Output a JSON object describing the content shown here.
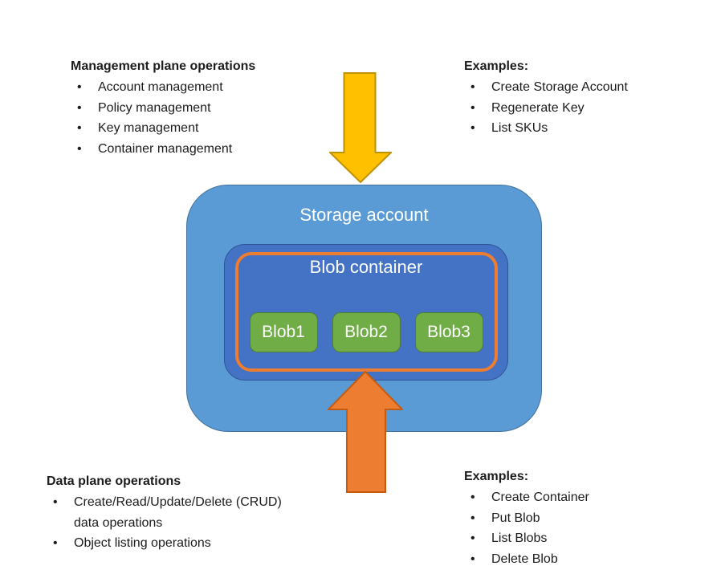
{
  "diagram": {
    "storage_account_label": "Storage account",
    "blob_container_label": "Blob container",
    "blobs": [
      "Blob1",
      "Blob2",
      "Blob3"
    ],
    "colors": {
      "storage_fill": "#5B9BD5",
      "storage_border": "#41719C",
      "container_fill": "#4472C4",
      "container_border": "#2F5597",
      "container_outline": "#ED7D31",
      "blob_fill": "#70AD47",
      "blob_border": "#507E32",
      "down_arrow_fill": "#FFC000",
      "down_arrow_border": "#BF9000",
      "up_arrow_fill": "#ED7D31",
      "up_arrow_border": "#C55A11"
    }
  },
  "panels": {
    "management": {
      "title": "Management plane operations",
      "items": [
        "Account management",
        "Policy management",
        "Key management",
        "Container management"
      ]
    },
    "management_examples": {
      "title": "Examples:",
      "items": [
        "Create Storage Account",
        "Regenerate Key",
        "List SKUs"
      ]
    },
    "data_plane": {
      "title": "Data plane operations",
      "items": [
        "Create/Read/Update/Delete  (CRUD)\ndata operations",
        "Object listing operations"
      ]
    },
    "data_examples": {
      "title": "Examples:",
      "items": [
        "Create Container",
        "Put Blob",
        "List Blobs",
        "Delete Blob"
      ]
    }
  }
}
